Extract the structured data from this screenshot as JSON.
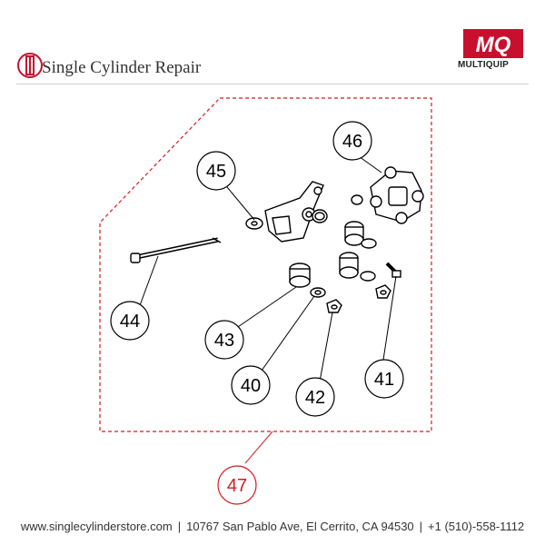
{
  "header": {
    "title": "Single Cylinder Repair",
    "mq_logo_text": "MQ",
    "brand_name": "MULTIQUIP"
  },
  "diagram": {
    "part_labels": [
      "46",
      "45",
      "44",
      "43",
      "40",
      "42",
      "41"
    ],
    "assembly_label": "47",
    "label_color": "#000000",
    "assembly_color": "#d71920"
  },
  "footer": {
    "website": "www.singlecylinderstore.com",
    "address": "10767 San Pablo Ave, El Cerrito, CA 94530",
    "phone": "+1 (510)-558-1112"
  },
  "colors": {
    "accent_red": "#d71920",
    "line": "#000000",
    "logo_red": "#c8102e"
  },
  "icons": [
    "single-cylinder-logo-icon",
    "multiquip-logo-icon"
  ]
}
